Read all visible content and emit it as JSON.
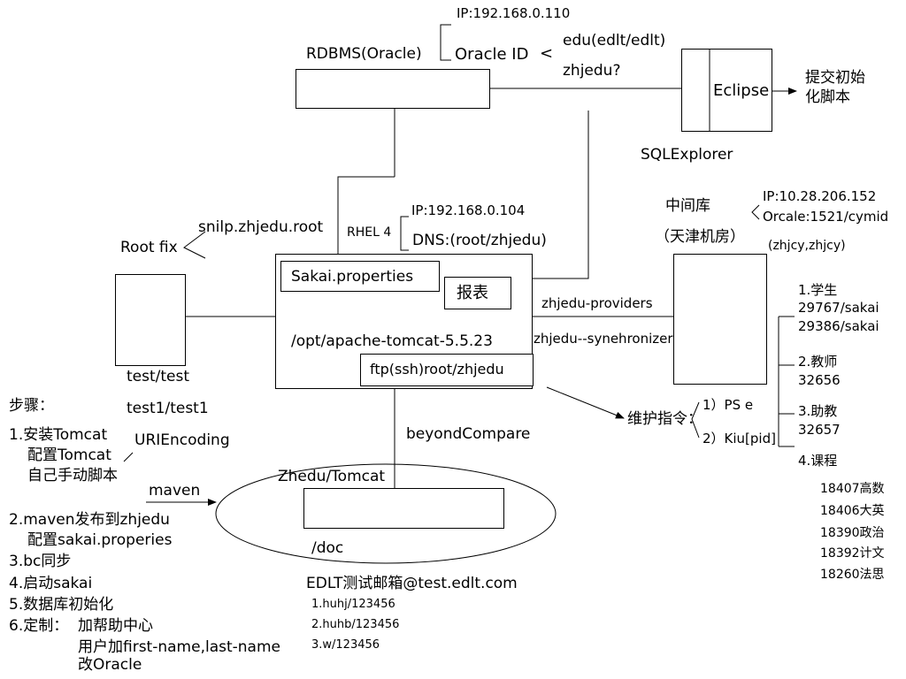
{
  "rdbms": {
    "title": "RDBMS(Oracle)",
    "ip": "IP:192.168.0.110",
    "oracle_id_label": "Oracle ID",
    "lt": "<",
    "oracle_id_1": "edu(edlt/edlt)",
    "oracle_id_2": "zhjedu?"
  },
  "eclipse": {
    "label": "Eclipse",
    "action_1": "提交初始",
    "action_2": "化脚本",
    "sqlexplorer": "SQLExplorer"
  },
  "middle_db": {
    "title": "中间库",
    "location": "（天津机房）",
    "ip": "IP:10.28.206.152",
    "orcale": "Orcale:1521/cymid",
    "account": "(zhjcy,zhjcy)"
  },
  "rhel": {
    "label": "RHEL 4",
    "ip": "IP:192.168.0.104",
    "dns": "DNS:(root/zhjedu)"
  },
  "root_fix": {
    "label": "Root fix",
    "value": "snilp.zhjedu.root"
  },
  "server": {
    "sakai_properties": "Sakai.properties",
    "report": "报表",
    "path": "/opt/apache-tomcat-5.5.23",
    "ftp": "ftp(ssh)root/zhjedu"
  },
  "links": {
    "providers": "zhjedu-providers",
    "synchronizer": "zhjedu--synehronizer",
    "beyond_compare": "beyondCompare"
  },
  "test_box": {
    "user1": "test/test",
    "user2": "test1/test1"
  },
  "maintenance": {
    "label": "维护指令：",
    "cmd1": "1）PS e",
    "cmd2": "2）Kiu[pid]"
  },
  "tree": {
    "items": [
      {
        "title": "1.学生",
        "values": [
          "29767/sakai",
          "29386/sakai"
        ]
      },
      {
        "title": "2.教师",
        "values": [
          "32656"
        ]
      },
      {
        "title": "3.助教",
        "values": [
          "32657"
        ]
      },
      {
        "title": "4.课程",
        "values": []
      }
    ],
    "courses": [
      "18407高数",
      "18406大英",
      "18390政治",
      "18392计文",
      "18260法思"
    ]
  },
  "ellipse": {
    "title": "Zhedu/Tomcat",
    "doc": "/doc",
    "maven": "maven"
  },
  "steps": {
    "title": "步骤：",
    "s1": "1.安装Tomcat",
    "s1a": "配置Tomcat",
    "s1b": "自己手动脚本",
    "uri": "URIEncoding",
    "s2": "2.maven发布到zhjedu",
    "s2a": "配置sakai.properies",
    "s3": "3.bc同步",
    "s4": "4.启动sakai",
    "s5": "5.数据库初始化",
    "s6": "6.定制：",
    "s6a": "加帮助中心",
    "s6b": "用户加first-name,last-name",
    "s6c": "改Oracle"
  },
  "email": {
    "title": "EDLT测试邮箱@test.edlt.com",
    "accounts": [
      "1.huhj/123456",
      "2.huhb/123456",
      "3.w/123456"
    ]
  }
}
